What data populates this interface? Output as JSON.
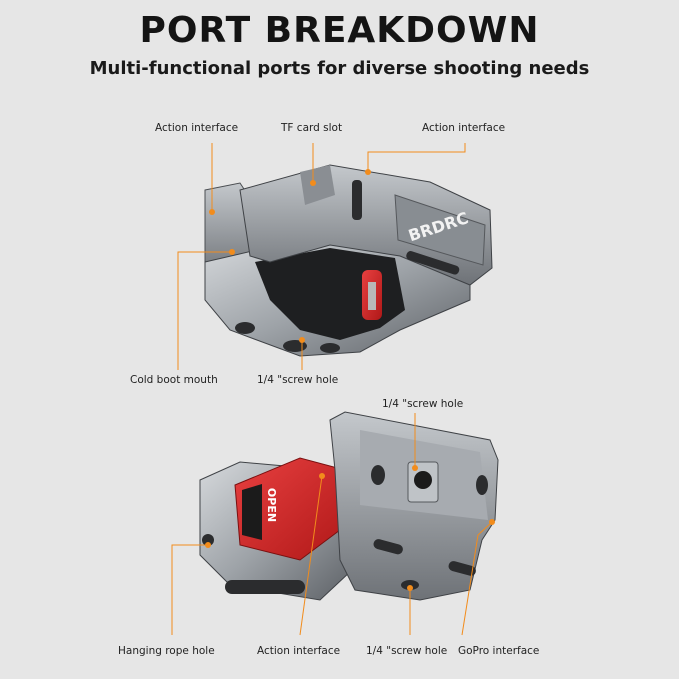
{
  "header": {
    "title": "PORT BREAKDOWN",
    "subtitle": "Multi-functional ports for diverse shooting needs"
  },
  "top_product": {
    "brand_text": "BRDRC",
    "callouts": {
      "action_left": "Action interface",
      "tf_card": "TF card slot",
      "action_right": "Action interface",
      "cold_boot": "Cold boot mouth",
      "screw_hole": "1/4 \"screw hole"
    }
  },
  "bottom_product": {
    "open_text": "OPEN",
    "callouts": {
      "screw_hole_top": "1/4 \"screw hole",
      "hanging_rope": "Hanging rope hole",
      "action": "Action interface",
      "screw_hole_bottom": "1/4 \"screw hole",
      "gopro": "GoPro interface"
    }
  },
  "colors": {
    "background": "#e6e6e6",
    "accent": "#f28c1c",
    "metal": "#9ea3a8",
    "release_red": "#d82a2a"
  }
}
